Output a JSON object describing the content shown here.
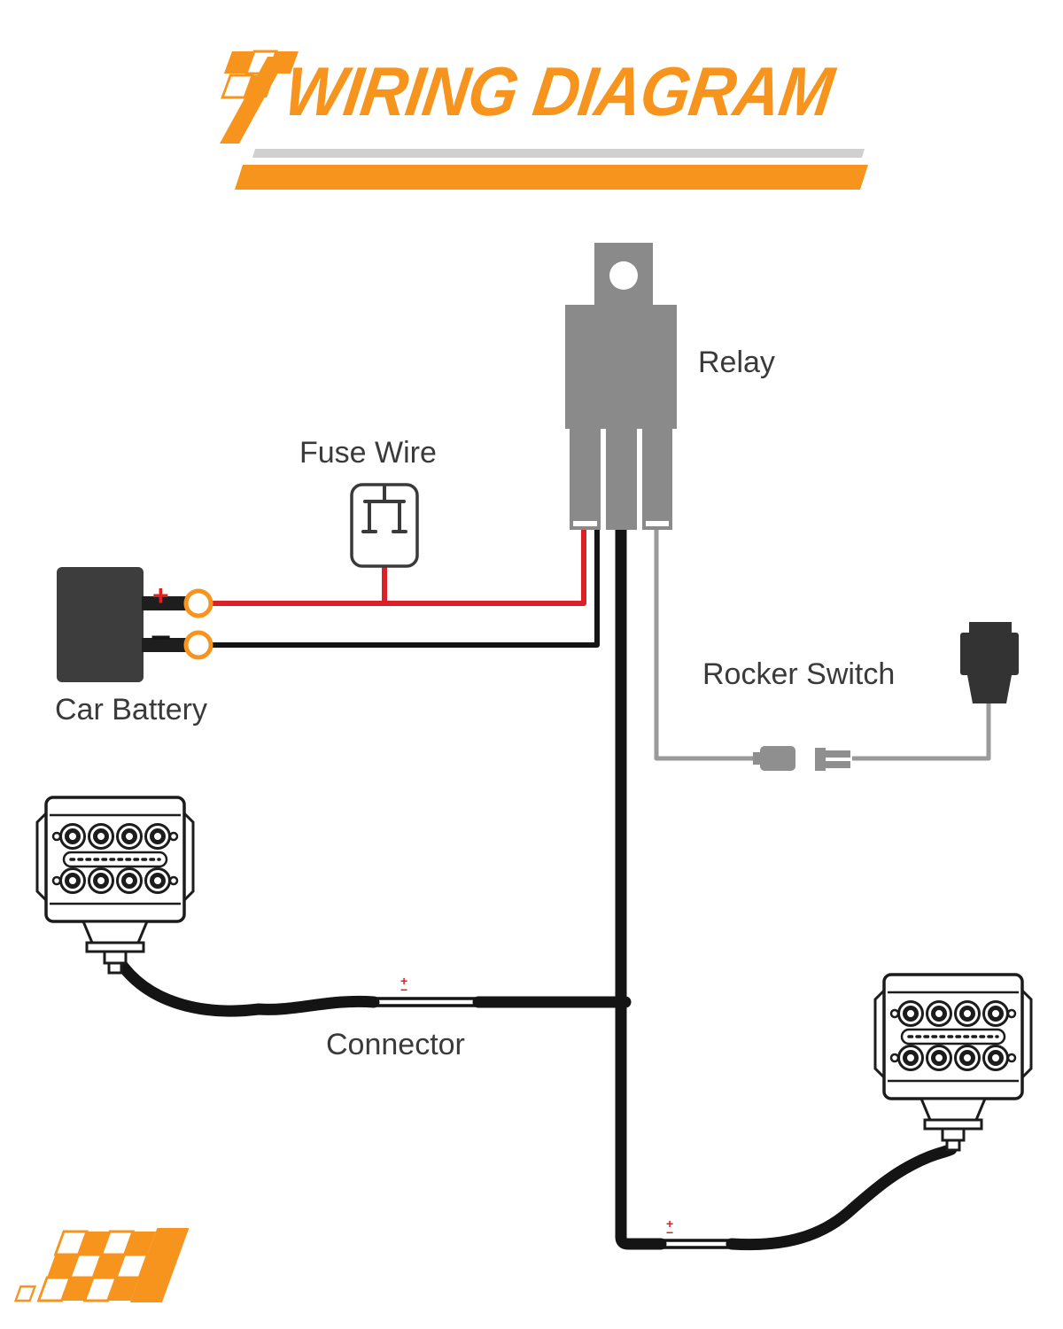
{
  "title": "WIRING DIAGRAM",
  "labels": {
    "relay": "Relay",
    "fuse_wire": "Fuse Wire",
    "car_battery": "Car Battery",
    "rocker_switch": "Rocker Switch",
    "connector": "Connector"
  },
  "battery_terminals": {
    "positive": "+",
    "negative": "−"
  },
  "connector_marks": {
    "plus": "+",
    "minus": "−"
  },
  "colors": {
    "accent_orange": "#F7941D",
    "wire_red": "#DA2128",
    "wire_black": "#141414",
    "wire_gray": "#9A9A9A",
    "relay_gray": "#8A8A8A",
    "component_dark": "#333333",
    "battery_dark": "#3D3D3D",
    "label_text": "#3A3A3A"
  }
}
